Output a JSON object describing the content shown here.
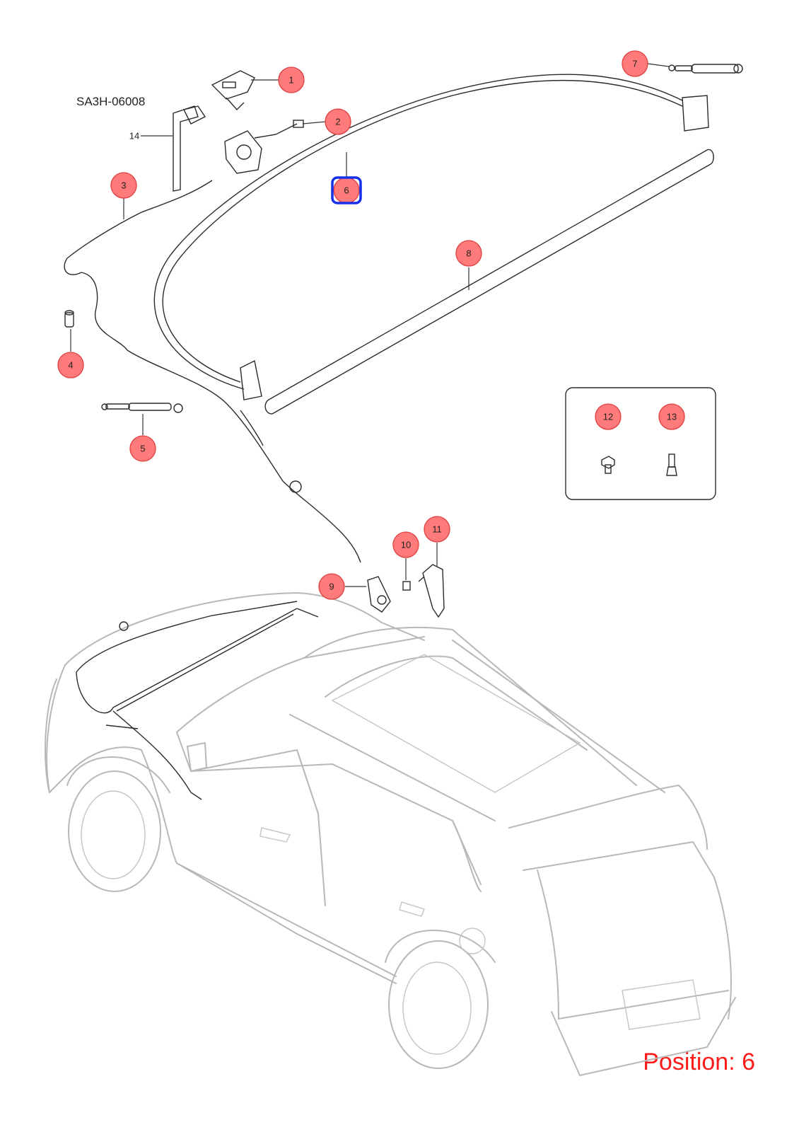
{
  "diagram_code": "SA3H-06008",
  "position_label": "Position: 6",
  "selected_position": "6",
  "colors": {
    "callout_fill": "#ff7a7a",
    "callout_stroke": "#e04040",
    "highlight": "#1530e8",
    "position_text": "#ff1a1a"
  },
  "callouts": [
    {
      "id": "1",
      "label": "1"
    },
    {
      "id": "2",
      "label": "2"
    },
    {
      "id": "3",
      "label": "3"
    },
    {
      "id": "4",
      "label": "4"
    },
    {
      "id": "5",
      "label": "5"
    },
    {
      "id": "6",
      "label": "6"
    },
    {
      "id": "7",
      "label": "7"
    },
    {
      "id": "8",
      "label": "8"
    },
    {
      "id": "9",
      "label": "9"
    },
    {
      "id": "10",
      "label": "10"
    },
    {
      "id": "11",
      "label": "11"
    },
    {
      "id": "12",
      "label": "12"
    },
    {
      "id": "13",
      "label": "13"
    },
    {
      "id": "14",
      "label": "14"
    }
  ]
}
